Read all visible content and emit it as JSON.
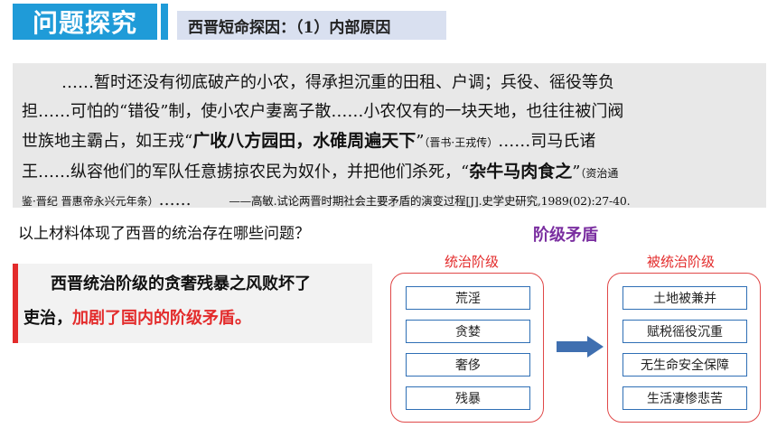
{
  "header": {
    "badge": "问题探究",
    "subtitle": "西晋短命探因：（1）内部原因"
  },
  "material": {
    "line1": "……暂时还没有彻底破产的小农，得承担沉重的田租、户调；兵役、徭役等负",
    "line2": "担……可怕的“错役”制，使小农户妻离子散……小农仅有的一块天地，也往往被门阀",
    "line3_a": "世族地主霸占，如王戎“",
    "line3_b": "广收八方园田，水碓周遍天下",
    "line3_c": "”",
    "line3_src": "（晋书·王戎传）",
    "line3_d": "……司马氏诸",
    "line4_a": "王……纵容他们的军队任意掳掠农民为奴仆，并把他们杀死，“",
    "line4_b": "杂牛马肉食之",
    "line4_c": "”",
    "line4_src": "（资治通",
    "line5_a": "鉴·晋纪 晋惠帝永兴元年条）",
    "line5_b": "……",
    "line5_cite": "——高敏.试论两晋时期社会主要矛盾的演变过程[J].史学史研究,1989(02):27-40."
  },
  "question": "以上材料体现了西晋的统治存在哪些问题？",
  "answer": {
    "line1": "西晋统治阶级的贪奢残暴之风败坏了",
    "line2_a": "吏治，",
    "line2_b": "加剧了国内的阶级矛盾。"
  },
  "diagram": {
    "title": "阶级矛盾",
    "ruling": {
      "label": "统治阶级",
      "items": [
        "荒淫",
        "贪婪",
        "奢侈",
        "残暴"
      ]
    },
    "ruled": {
      "label": "被统治阶级",
      "items": [
        "土地被兼并",
        "赋税徭役沉重",
        "无生命安全保障",
        "生活凄惨悲苦"
      ]
    }
  },
  "colors": {
    "accent_blue": "#1f9bd8",
    "red": "#e32b2b",
    "purple": "#7a2ea0",
    "item_border": "#2f6fb5"
  }
}
